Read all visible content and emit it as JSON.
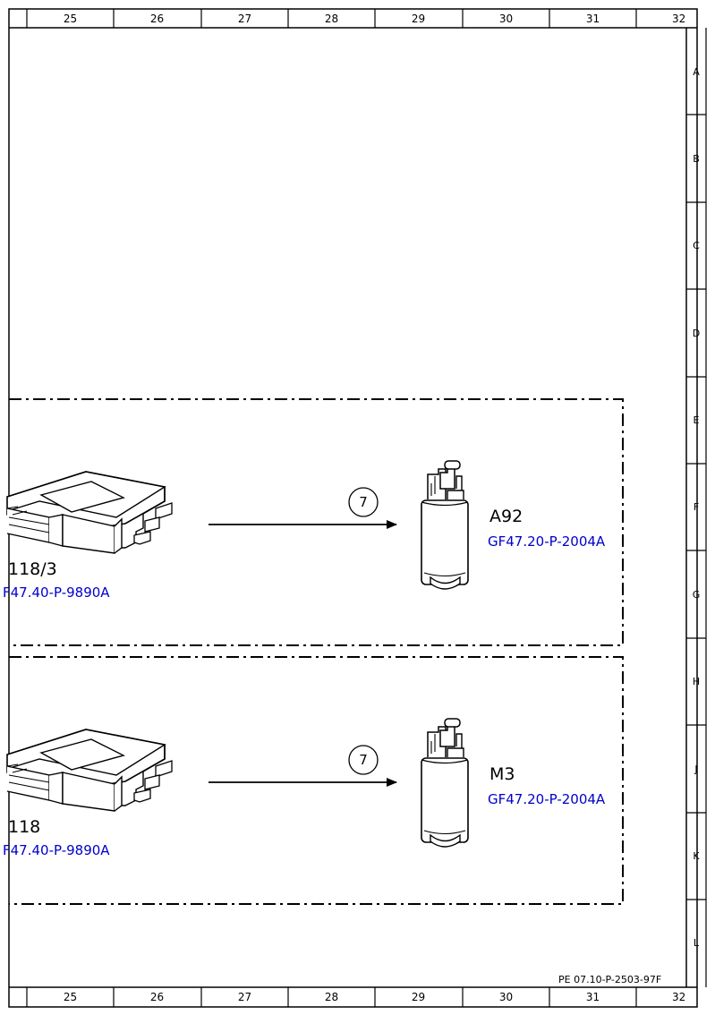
{
  "frame": {
    "columns": [
      "25",
      "26",
      "27",
      "28",
      "29",
      "30",
      "31",
      "32"
    ],
    "rows": [
      "A",
      "B",
      "C",
      "D",
      "E",
      "F",
      "G",
      "H",
      "J",
      "K",
      "L"
    ],
    "document_number": "PE 07.10-P-2503-97F"
  },
  "groups": [
    {
      "source": {
        "label": "118/3",
        "ref": "F47.40-P-9890A",
        "icon": "control-unit-icon"
      },
      "connection": {
        "number": "7"
      },
      "target": {
        "label": "A92",
        "ref": "GF47.20-P-2004A",
        "icon": "fuel-pump-icon"
      }
    },
    {
      "source": {
        "label": "118",
        "ref": "F47.40-P-9890A",
        "icon": "control-unit-icon"
      },
      "connection": {
        "number": "7"
      },
      "target": {
        "label": "M3",
        "ref": "GF47.20-P-2004A",
        "icon": "fuel-pump-icon"
      }
    }
  ],
  "colors": {
    "line": "#000000",
    "reference": "#0000cc",
    "background": "#ffffff"
  }
}
